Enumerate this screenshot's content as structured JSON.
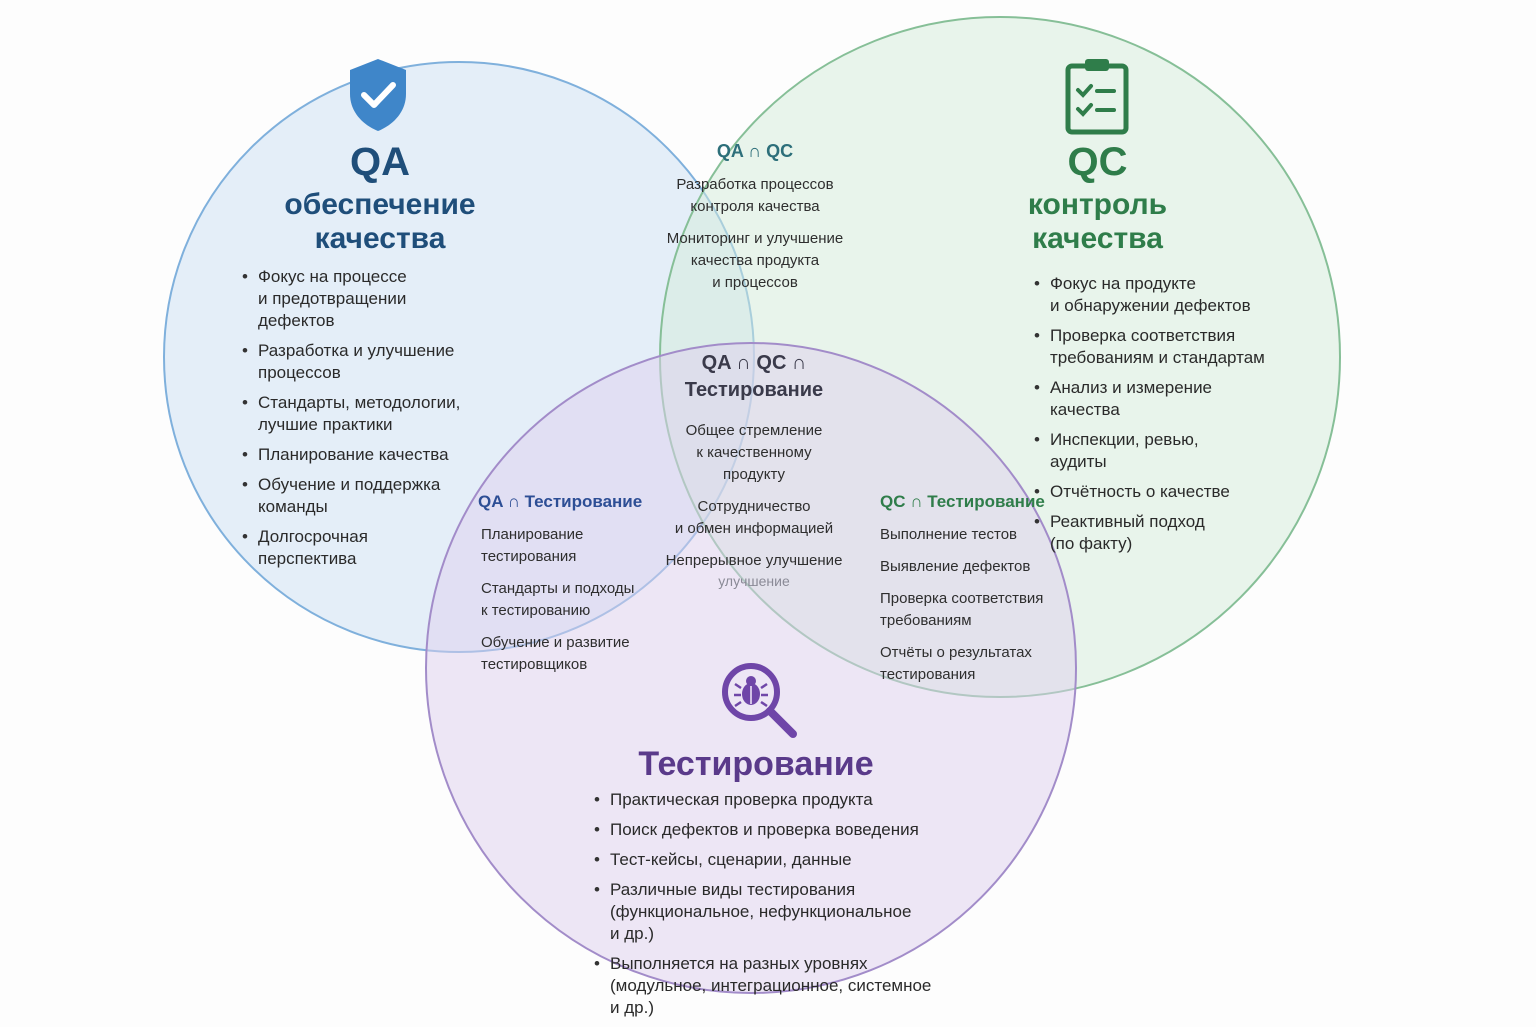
{
  "colors": {
    "qa": "#1f4e7a",
    "qc": "#2f7d4a",
    "testing": "#5a3a8a",
    "qa_fill": "#dbe9f6",
    "qc_fill": "#deefe2",
    "testing_fill": "#e7ddf1"
  },
  "icons": {
    "qa": "shield-check-icon",
    "qc": "clipboard-checklist-icon",
    "testing": "bug-magnifier-icon"
  },
  "qa": {
    "title": "QA",
    "subtitle_1": "обеспечение",
    "subtitle_2": "качества",
    "items": [
      "Фокус на процессе\nи предотвращении\nдефектов",
      "Разработка и улучшение\nпроцессов",
      "Стандарты, методологии,\nлучшие практики",
      "Планирование качества",
      "Обучение и поддержка\nкоманды",
      "Долгосрочная\nперспектива"
    ]
  },
  "qc": {
    "title": "QC",
    "subtitle_1": "контроль",
    "subtitle_2": "качества",
    "items": [
      "Фокус на продукте\nи обнаружении дефектов",
      "Проверка соответствия\nтребованиям и стандартам",
      "Анализ и измерение\nкачества",
      "Инспекции, ревью,\nаудиты",
      "Отчётность о качестве",
      "Реактивный подход\n(по факту)"
    ]
  },
  "testing": {
    "title": "Тестирование",
    "items": [
      "Практическая проверка продукта",
      "Поиск дефектов и проверка воведения",
      "Тест-кейсы, сценарии, данные",
      "Различные виды тестирования\n(функциональное, нефункциональное\nи др.)",
      "Выполняется на разных уровнях\n(модульное, интеграционное, системное\nи др.)"
    ]
  },
  "qa_qc": {
    "title": "QA ∩ QC",
    "items": [
      "Разработка процессов\nконтроля качества",
      "Мониторинг и улучшение\nкачества продукта\nи процессов"
    ]
  },
  "qa_qc_testing": {
    "title_1": "QA ∩ QC ∩",
    "title_2": "Тестирование",
    "items": [
      "Общее стремление\nк качественному\nпродукту",
      "Сотрудничество\nи обмен информацией",
      "Непрерывное улучшение",
      "улучшение"
    ]
  },
  "qa_testing": {
    "title": "QA ∩ Тестирование",
    "items": [
      "Планирование\nтестирования",
      "Стандарты и подходы\nк тестированию",
      "Обучение и развитие\nтестировщиков"
    ]
  },
  "qc_testing": {
    "title": "QC ∩ Тестирование",
    "items": [
      "Выполнение тестов",
      "Выявление дефектов",
      "Проверка соответствия\nтребованиям",
      "Отчёты о результатах\nтестирования"
    ]
  }
}
